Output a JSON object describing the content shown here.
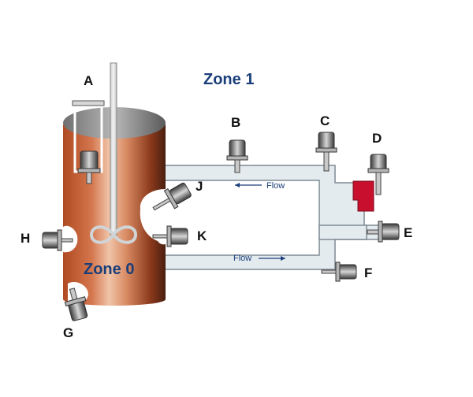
{
  "labels": {
    "zone1": "Zone 1",
    "zone0": "Zone 0",
    "flow_top": "Flow",
    "flow_bottom": "Flow",
    "sensors": {
      "A": "A",
      "B": "B",
      "C": "C",
      "D": "D",
      "E": "E",
      "F": "F",
      "G": "G",
      "H": "H",
      "J": "J",
      "K": "K"
    }
  },
  "colors": {
    "zone_text": "#1a3e7a",
    "flow_text": "#1a3e7a",
    "tank_body": "#c4623a",
    "pipe_fill": "#e4ebef",
    "pipe_stroke": "#7f8a92",
    "red_elbow": "#c8102e"
  }
}
